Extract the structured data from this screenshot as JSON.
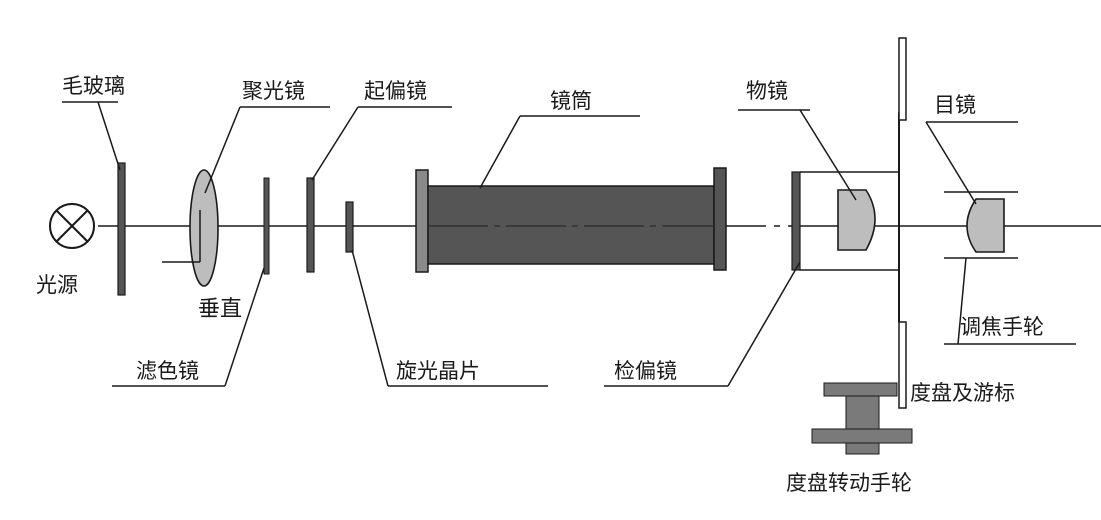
{
  "labels": {
    "ground_glass": "毛玻璃",
    "light_source": "光源",
    "condenser": "聚光镜",
    "polarizer": "起偏镜",
    "tube": "镜筒",
    "objective": "物镜",
    "eyepiece": "目镜",
    "vertical": "垂直",
    "filter": "滤色镜",
    "optical_rotation_plate": "旋光晶片",
    "analyzer": "检偏镜",
    "focus_knob": "调焦手轮",
    "dial_vernier": "度盘及游标",
    "dial_knob": "度盘转动手轮"
  },
  "colors": {
    "line": "#1a1a1a",
    "tube_fill": "#555555",
    "flange_fill": "#8a8a8a",
    "lens_fill": "#bdbdbd",
    "knob_fill": "#7a7a7a",
    "background": "#ffffff"
  },
  "icons": {
    "light_source": "lamp-cross-circle-icon"
  }
}
